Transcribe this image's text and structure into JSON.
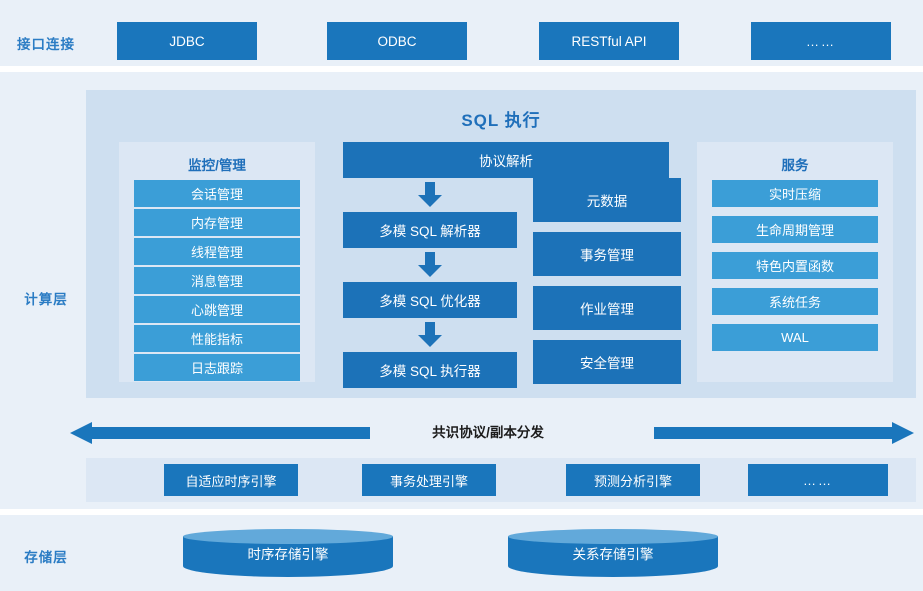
{
  "layers": {
    "interface": {
      "label": "接口连接"
    },
    "compute": {
      "label": "计算层"
    },
    "storage": {
      "label": "存储层"
    }
  },
  "interface_row": {
    "items": [
      {
        "label": "JDBC",
        "icon": "none"
      },
      {
        "label": "ODBC",
        "icon": "none"
      },
      {
        "label": "RESTful API",
        "icon": "none"
      },
      {
        "label": "……",
        "icon": "ellipsis-icon"
      }
    ]
  },
  "sql_section": {
    "title": "SQL 执行",
    "monitor_panel": {
      "title": "监控/管理",
      "items": [
        "会话管理",
        "内存管理",
        "线程管理",
        "消息管理",
        "心跳管理",
        "性能指标",
        "日志跟踪"
      ]
    },
    "pipeline": {
      "head": "协议解析",
      "steps": [
        "多模 SQL 解析器",
        "多模 SQL 优化器",
        "多模 SQL 执行器"
      ],
      "arrow_icon": "arrow-down-icon"
    },
    "management_column": {
      "items": [
        "元数据",
        "事务管理",
        "作业管理",
        "安全管理"
      ]
    },
    "service_panel": {
      "title": "服务",
      "items": [
        "实时压缩",
        "生命周期管理",
        "特色内置函数",
        "系统任务",
        "WAL"
      ]
    }
  },
  "consensus_row": {
    "label": "共识协议/副本分发",
    "left_arrow_icon": "arrow-left-icon",
    "right_arrow_icon": "arrow-right-icon"
  },
  "engines_row": {
    "items": [
      {
        "label": "自适应时序引擎",
        "icon": "none"
      },
      {
        "label": "事务处理引擎",
        "icon": "none"
      },
      {
        "label": "预测分析引擎",
        "icon": "none"
      },
      {
        "label": "……",
        "icon": "ellipsis-icon"
      }
    ]
  },
  "storage_row": {
    "items": [
      {
        "label": "时序存储引擎",
        "icon": "database-cylinder-icon"
      },
      {
        "label": "关系存储引擎",
        "icon": "database-cylinder-icon"
      }
    ]
  },
  "colors": {
    "band_bg": "#e9f0f8",
    "sql_panel_bg": "#cedff0",
    "subpanel_bg": "#dce7f4",
    "primary_blue": "#1a76bc",
    "pipeline_blue": "#1c72b8",
    "chip_blue": "#3b9ed7",
    "cylinder_top": "#62a9da",
    "label_blue": "#2b7cc4",
    "text_white": "#ffffff",
    "consensus_text": "#1b1b1b"
  }
}
